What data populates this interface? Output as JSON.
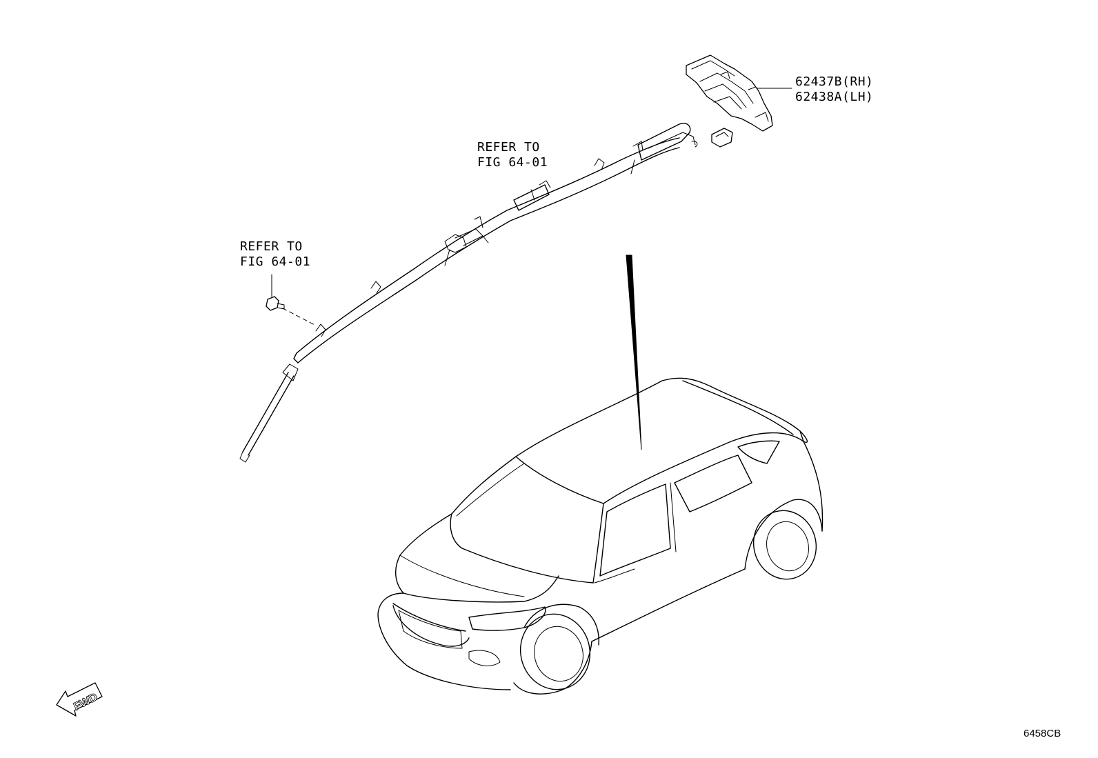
{
  "callouts": {
    "part_rh": "62437B(RH)",
    "part_lh": "62438A(LH)",
    "refer_upper_line1": "REFER TO",
    "refer_upper_line2": "FIG 64-01",
    "refer_lower_line1": "REFER TO",
    "refer_lower_line2": "FIG 64-01"
  },
  "fwd_arrow": {
    "label": "FWD"
  },
  "figure_code": "6458CB"
}
